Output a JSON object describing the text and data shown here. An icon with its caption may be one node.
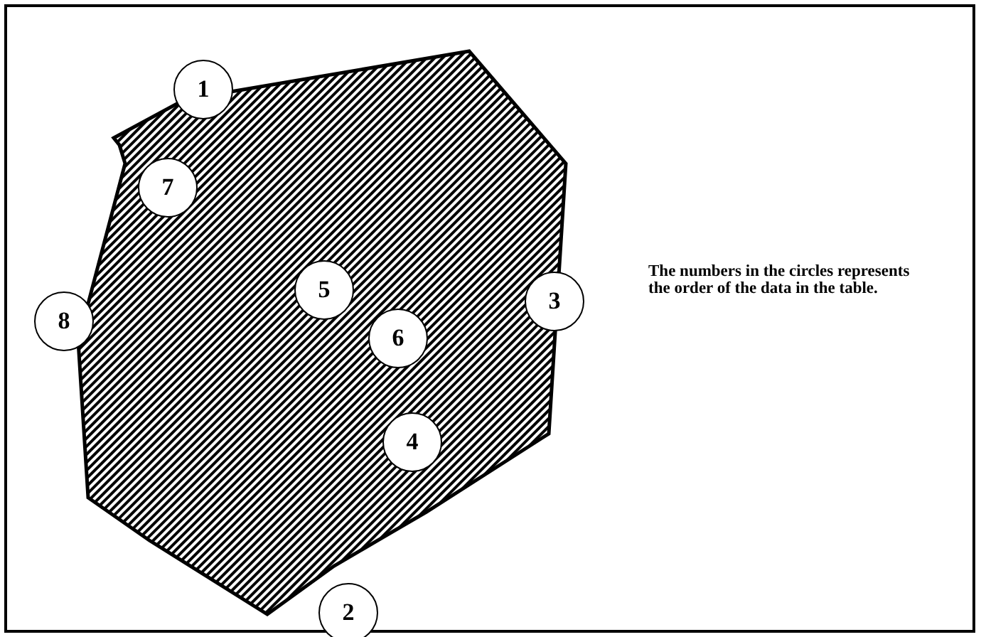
{
  "diagram": {
    "nodes": [
      {
        "text": [
          "1"
        ]
      },
      {
        "text": [
          "7"
        ]
      },
      {
        "text": [
          "8"
        ]
      },
      {
        "text": [
          "5"
        ]
      },
      {
        "text": [
          "3"
        ]
      },
      {
        "text": [
          "6"
        ]
      },
      {
        "text": [
          "4"
        ]
      },
      {
        "text": [
          "2"
        ]
      }
    ],
    "labels": [
      "The numbers in the circles represents the order of the data in the table."
    ]
  }
}
